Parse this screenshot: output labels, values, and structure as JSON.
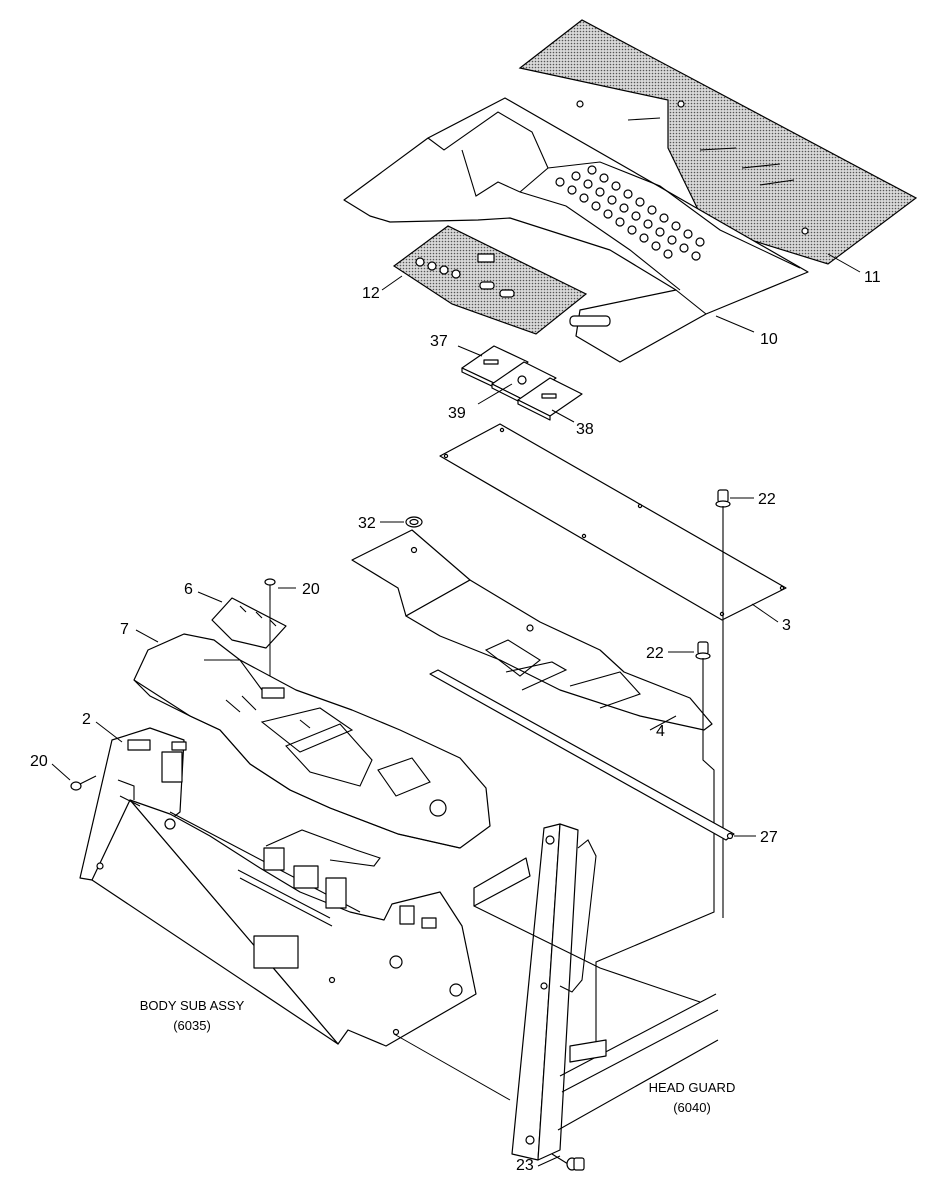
{
  "callouts": {
    "c11": "11",
    "c12": "12",
    "c10": "10",
    "c37": "37",
    "c39": "39",
    "c38": "38",
    "c22a": "22",
    "c32": "32",
    "c6": "6",
    "c20a": "20",
    "c7": "7",
    "c3": "3",
    "c22b": "22",
    "c2": "2",
    "c20b": "20",
    "c4": "4",
    "c27": "27",
    "c23": "23"
  },
  "captions": {
    "body_name": "BODY SUB ASSY",
    "body_code": "(6035)",
    "guard_name": "HEAD GUARD",
    "guard_code": "(6040)"
  }
}
